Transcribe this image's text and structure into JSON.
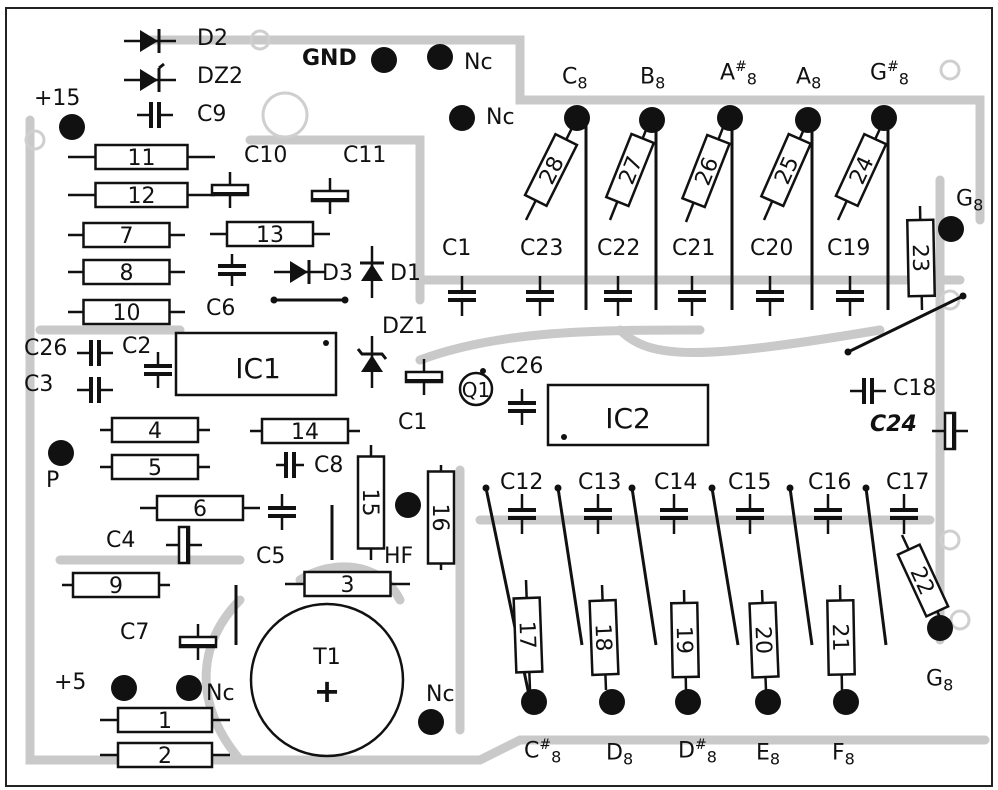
{
  "resistors": [
    {
      "id": "r11",
      "label": "11"
    },
    {
      "id": "r12",
      "label": "12"
    },
    {
      "id": "r7",
      "label": "7"
    },
    {
      "id": "r8",
      "label": "8"
    },
    {
      "id": "r10",
      "label": "10"
    },
    {
      "id": "r13",
      "label": "13"
    },
    {
      "id": "r4",
      "label": "4"
    },
    {
      "id": "r5",
      "label": "5"
    },
    {
      "id": "r6",
      "label": "6"
    },
    {
      "id": "r14",
      "label": "14"
    },
    {
      "id": "r9",
      "label": "9"
    },
    {
      "id": "r3",
      "label": "3"
    },
    {
      "id": "r1",
      "label": "1"
    },
    {
      "id": "r2",
      "label": "2"
    },
    {
      "id": "r15",
      "label": "15"
    },
    {
      "id": "r16",
      "label": "16"
    },
    {
      "id": "r28",
      "label": "28"
    },
    {
      "id": "r27",
      "label": "27"
    },
    {
      "id": "r26",
      "label": "26"
    },
    {
      "id": "r25",
      "label": "25"
    },
    {
      "id": "r24",
      "label": "24"
    },
    {
      "id": "r23",
      "label": "23"
    },
    {
      "id": "r22",
      "label": "22"
    },
    {
      "id": "r17",
      "label": "17"
    },
    {
      "id": "r18",
      "label": "18"
    },
    {
      "id": "r19",
      "label": "19"
    },
    {
      "id": "r20",
      "label": "20"
    },
    {
      "id": "r21",
      "label": "21"
    }
  ],
  "ic": {
    "ic1": "IC1",
    "ic2": "IC2"
  },
  "labels": {
    "d2": "D2",
    "dz2": "DZ2",
    "c9": "C9",
    "plus15": "+15",
    "gnd": "GND",
    "nc_top": "Nc",
    "nc_mid": "Nc",
    "c10": "C10",
    "c11": "C11",
    "d3": "D3",
    "d1": "D1",
    "c6": "C6",
    "dz1": "DZ1",
    "c26_left": "C26",
    "c2": "C2",
    "c3": "C3",
    "q1": "Q1",
    "c26_mid": "C26",
    "c1_left": "C1",
    "c1_top": "C1",
    "c23": "C23",
    "c22": "C22",
    "c21": "C21",
    "c20": "C20",
    "c19": "C19",
    "c18": "C18",
    "c24": "C24",
    "p": "P",
    "c8": "C8",
    "c4": "C4",
    "c5": "C5",
    "hf": "HF",
    "c7": "C7",
    "t1": "T1",
    "plus5": "+5",
    "nc_bottom": "Nc",
    "nc_t1": "Nc",
    "c12": "C12",
    "c13": "C13",
    "c14": "C14",
    "c15": "C15",
    "c16": "C16",
    "c17": "C17"
  },
  "notes": {
    "top": [
      {
        "id": "c8",
        "name": "C",
        "sup": "",
        "sub": "8"
      },
      {
        "id": "b8",
        "name": "B",
        "sup": "",
        "sub": "8"
      },
      {
        "id": "as8",
        "name": "A",
        "sup": "#",
        "sub": "8"
      },
      {
        "id": "a8",
        "name": "A",
        "sup": "",
        "sub": "8"
      },
      {
        "id": "gs8",
        "name": "G",
        "sup": "#",
        "sub": "8"
      }
    ],
    "right": [
      {
        "id": "g8_upper",
        "name": "G",
        "sup": "",
        "sub": "8"
      },
      {
        "id": "g8_lower",
        "name": "G",
        "sup": "",
        "sub": "8"
      }
    ],
    "bottom": [
      {
        "id": "cs8",
        "name": "C",
        "sup": "#",
        "sub": "8"
      },
      {
        "id": "d8",
        "name": "D",
        "sup": "",
        "sub": "8"
      },
      {
        "id": "ds8",
        "name": "D",
        "sup": "#",
        "sub": "8"
      },
      {
        "id": "e8",
        "name": "E",
        "sup": "",
        "sub": "8"
      },
      {
        "id": "f8",
        "name": "F",
        "sup": "",
        "sub": "8"
      }
    ]
  },
  "transformer_symbol": "+",
  "colors": {
    "ink": "#111111",
    "trace": "#c8c8c8",
    "paper": "#ffffff"
  }
}
